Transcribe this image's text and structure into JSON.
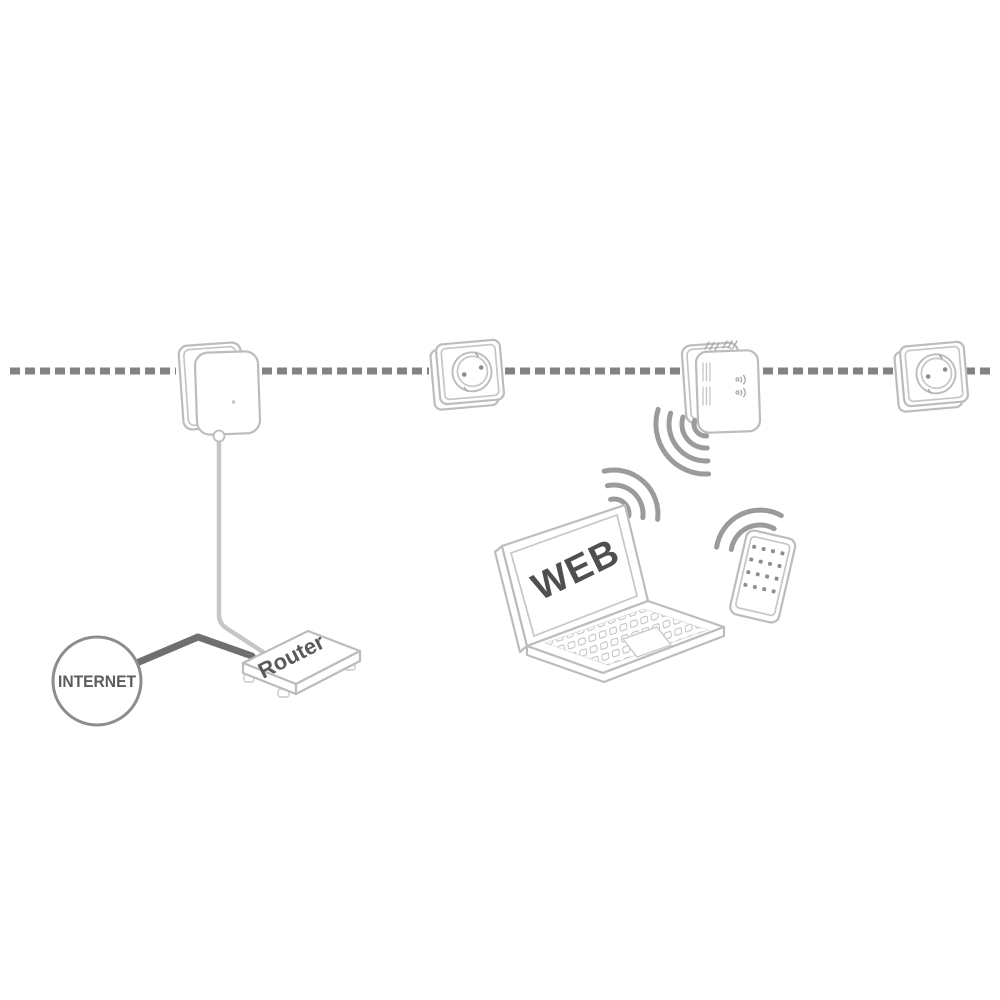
{
  "diagram": {
    "type": "powerline-network-setup-diagram",
    "labels": {
      "internet": "INTERNET",
      "router": "Router",
      "laptop_screen": "WEB"
    },
    "nodes": [
      "powerline-dashed-line",
      "powerline-adapter",
      "router",
      "internet-node",
      "wall-socket-middle",
      "wifi-extender",
      "wall-socket-right",
      "laptop",
      "tablet",
      "wifi-waves"
    ],
    "colors": {
      "background": "#ffffff",
      "outline": "#bcbcbc",
      "powerline_dash": "#828282",
      "internet_link": "#6f6f6f",
      "cable": "#c6c6c6",
      "wifi_wave": "#9b9b9b",
      "label_text": "#5c5c5c",
      "screen_text": "#4f4f4f"
    }
  }
}
